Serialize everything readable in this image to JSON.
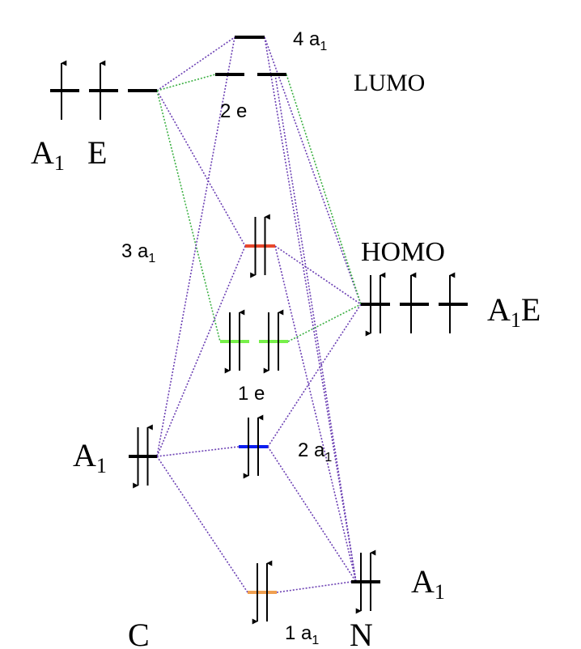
{
  "colors": {
    "purple": "#6b3fb3",
    "green": "#3cb043",
    "level": "#000000",
    "3a1": "#e8482c",
    "1e": "#77f04a",
    "2a1": "#0a1ef0",
    "1a1": "#f0a050"
  },
  "atoms": {
    "left": "C",
    "right": "N"
  },
  "labels": {
    "lumo": "LUMO",
    "homo": "HOMO",
    "c_p": {
      "a1": "A",
      "a1_sub": "1",
      "e": "E"
    },
    "c_s": {
      "a1": "A",
      "a1_sub": "1"
    },
    "n_p": {
      "a1": "A",
      "a1_sub": "1",
      "e": "E"
    },
    "n_s": {
      "a1": "A",
      "a1_sub": "1"
    },
    "mo_4a1": {
      "main": "4 a",
      "sub": "1"
    },
    "mo_2e": {
      "main": "2 e"
    },
    "mo_3a1": {
      "main": "3 a",
      "sub": "1"
    },
    "mo_1e": {
      "main": "1 e"
    },
    "mo_2a1": {
      "main": "2 a",
      "sub": "1"
    },
    "mo_1a1": {
      "main": "1 a",
      "sub": "1"
    }
  },
  "occupancy": {
    "c_p": [
      "up",
      "up",
      "empty"
    ],
    "c_s": [
      "paired"
    ],
    "n_p": [
      "paired",
      "up",
      "up"
    ],
    "n_s": [
      "paired"
    ],
    "mo_4a1": [
      "empty"
    ],
    "mo_2e": [
      "empty",
      "empty"
    ],
    "mo_3a1": [
      "paired"
    ],
    "mo_1e": [
      "paired",
      "paired"
    ],
    "mo_2a1": [
      "paired"
    ],
    "mo_1a1": [
      "paired"
    ]
  }
}
